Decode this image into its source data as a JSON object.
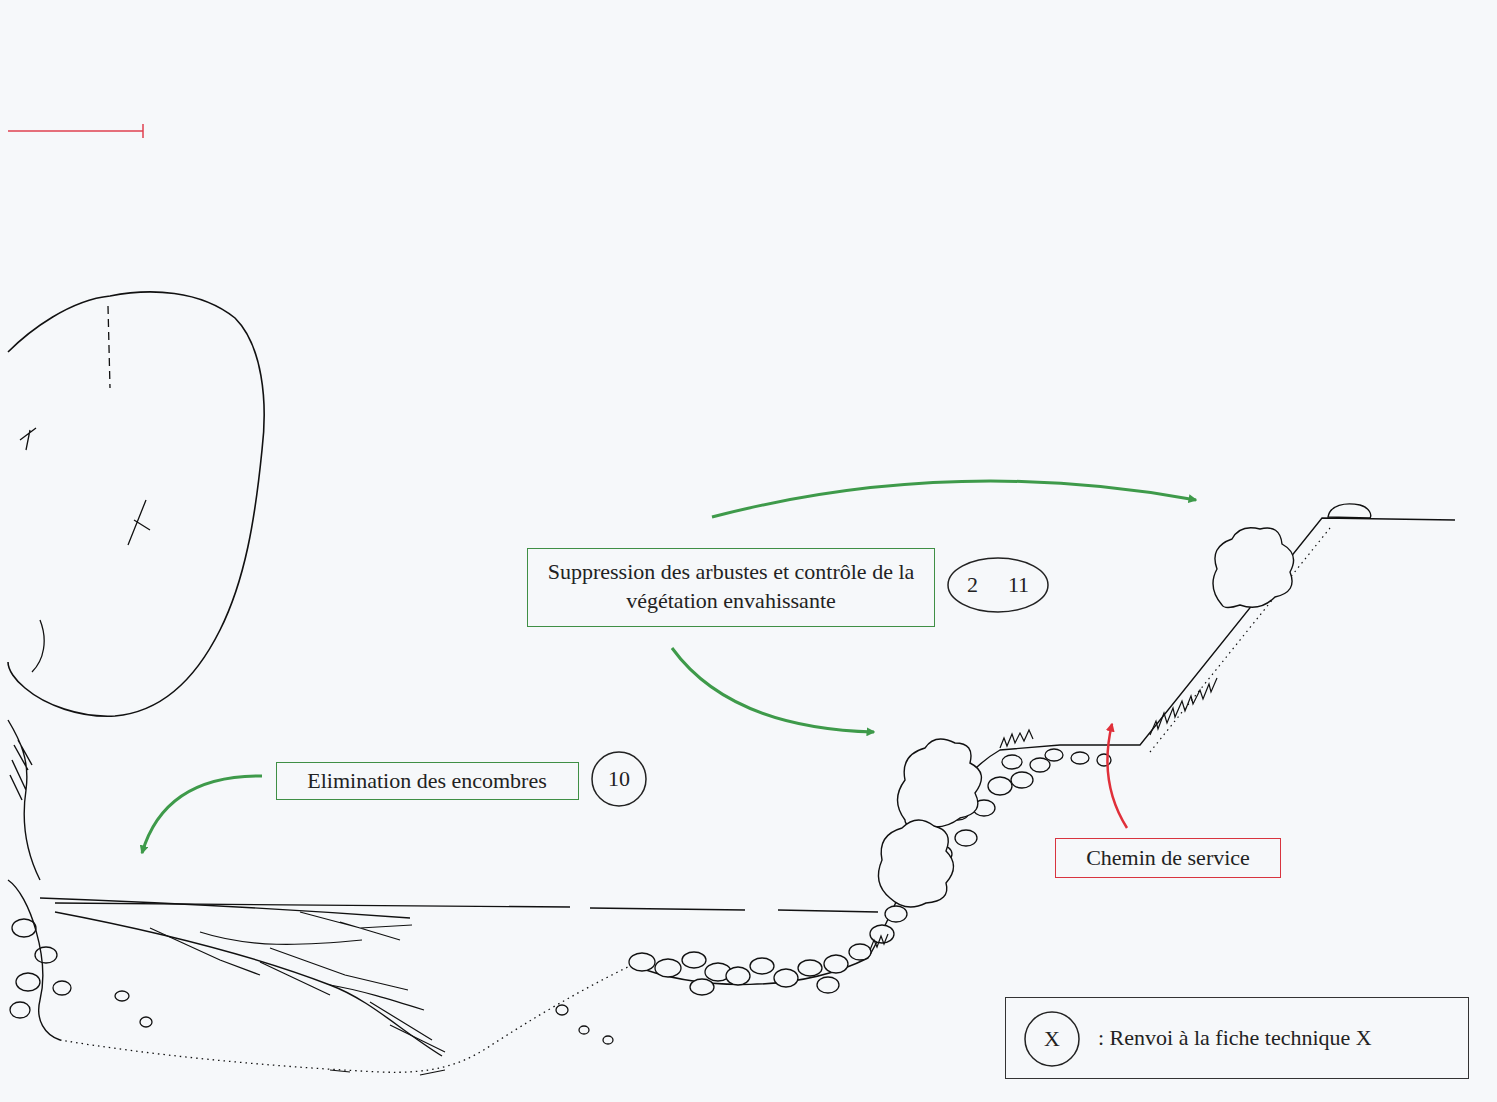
{
  "diagram": {
    "nodes": [
      {
        "text": [
          "Suppression des arbustes et contrôle de la végétation envahissante"
        ]
      },
      {
        "text": [
          "2",
          "11"
        ]
      },
      {
        "text": [
          "Elimination des encombres"
        ]
      },
      {
        "text": [
          "10"
        ]
      },
      {
        "text": [
          "Chemin de service"
        ]
      },
      {
        "text": [
          ": Renvoi à la fiche technique X"
        ]
      },
      {
        "text": [
          "X"
        ],
        "in": 5
      }
    ]
  }
}
